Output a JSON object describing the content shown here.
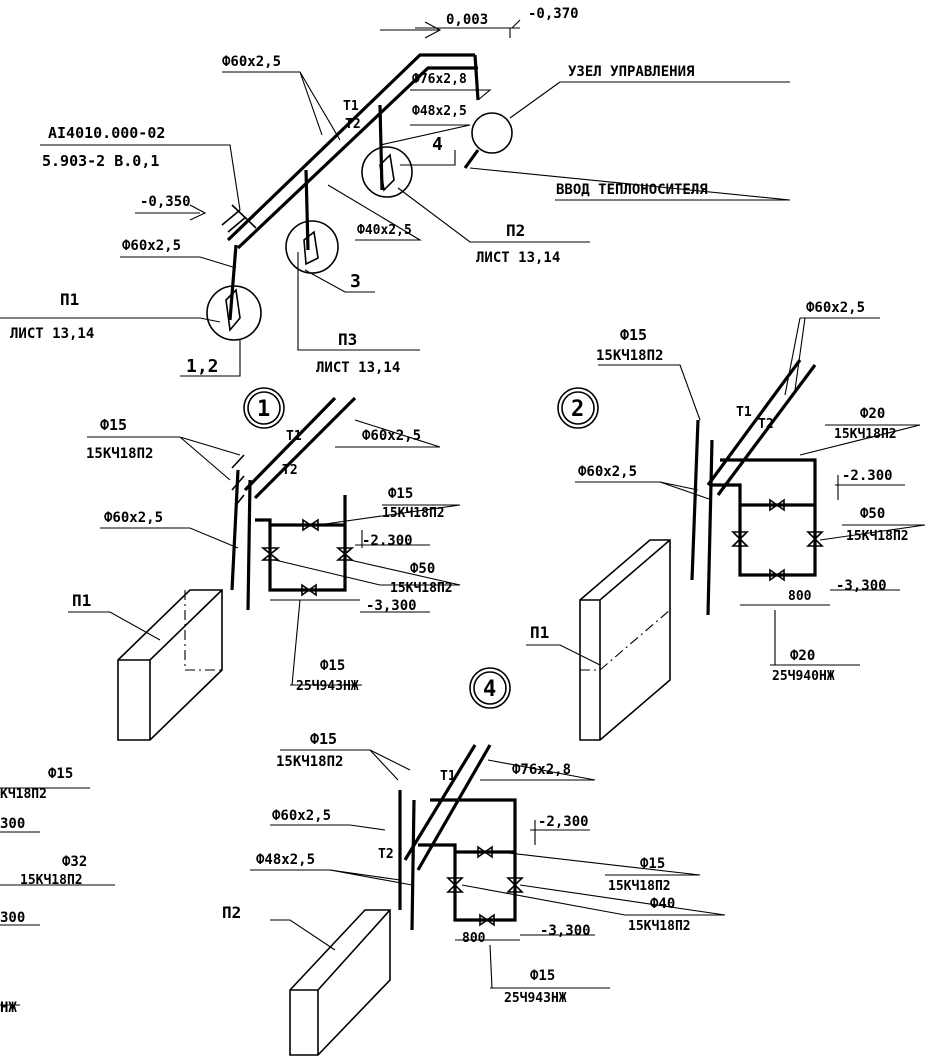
{
  "top": {
    "elev_0003": "0,003",
    "elev_0370": "-0,370",
    "elev_0350": "-0,350",
    "pipe_60_top": "Ф60х2,5",
    "pipe_76": "Ф76х2,8",
    "pipe_48": "Ф48х2,5",
    "pipe_40": "Ф40х2,5",
    "pipe_60_left": "Ф60х2,5",
    "unit_title": "УЗЕЛ УПРАВЛЕНИЯ",
    "heat_input": "ВВОД ТЕПЛОНОСИТЕЛЯ",
    "doc_ref_1": "АI4010.000-02",
    "doc_ref_2": "5.903-2 В.0,1",
    "t1": "Т1",
    "t2": "Т2",
    "callout_4": "4",
    "callout_3": "3",
    "callout_12": "1,2",
    "p1": "П1",
    "p1_sheet": "ЛИСТ 13,14",
    "p2": "П2",
    "p2_sheet": "ЛИСТ 13,14",
    "p3": "П3",
    "p3_sheet": "ЛИСТ 13,14"
  },
  "node1": {
    "num": "1",
    "f15_top": "Ф15",
    "f15_top_val": "15КЧ18П2",
    "pipe_60": "Ф60х2,5",
    "pipe_60_right": "Ф60х2,5",
    "t1": "Т1",
    "t2": "Т2",
    "f15_mid": "Ф15",
    "f15_mid_val": "15КЧ18П2",
    "elev_2300": "-2.300",
    "f50": "Ф50",
    "f50_val": "15КЧ18П2",
    "elev_3300": "-3,300",
    "f15_bot": "Ф15",
    "f15_bot_val": "25Ч943НЖ",
    "unit": "П1"
  },
  "node2": {
    "num": "2",
    "f15": "Ф15",
    "f15_val": "15КЧ18П2",
    "pipe_60": "Ф60х2,5",
    "pipe_60_left": "Ф60х2,5",
    "t1": "Т1",
    "t2": "Т2",
    "f20_top": "Ф20",
    "f20_top_val": "15КЧ18П2",
    "elev_2300": "-2.300",
    "f50": "Ф50",
    "f50_val": "15КЧ18П2",
    "elev_3300": "-3,300",
    "dim_800": "800",
    "f20_bot": "Ф20",
    "f20_bot_val": "25Ч940НЖ",
    "unit": "П1"
  },
  "node4": {
    "num": "4",
    "f15_top": "Ф15",
    "f15_top_val": "15КЧ18П2",
    "pipe_76": "Ф76х2,8",
    "pipe_60": "Ф60х2,5",
    "pipe_48": "Ф48х2,5",
    "t1": "Т1",
    "t2": "Т2",
    "elev_2300": "-2,300",
    "f15_mid": "Ф15",
    "f15_mid_val": "15КЧ18П2",
    "f40": "Ф40",
    "f40_val": "15КЧ18П2",
    "elev_3300": "-3,300",
    "dim_800": "800",
    "f15_bot": "Ф15",
    "f15_bot_val": "25Ч943НЖ",
    "unit": "П2"
  },
  "cut_left": {
    "a": "Ф15",
    "b": "КЧ18П2",
    "c": "300",
    "d": "Ф32",
    "e": "15КЧ18П2",
    "f": "300",
    "g": "НЖ"
  }
}
